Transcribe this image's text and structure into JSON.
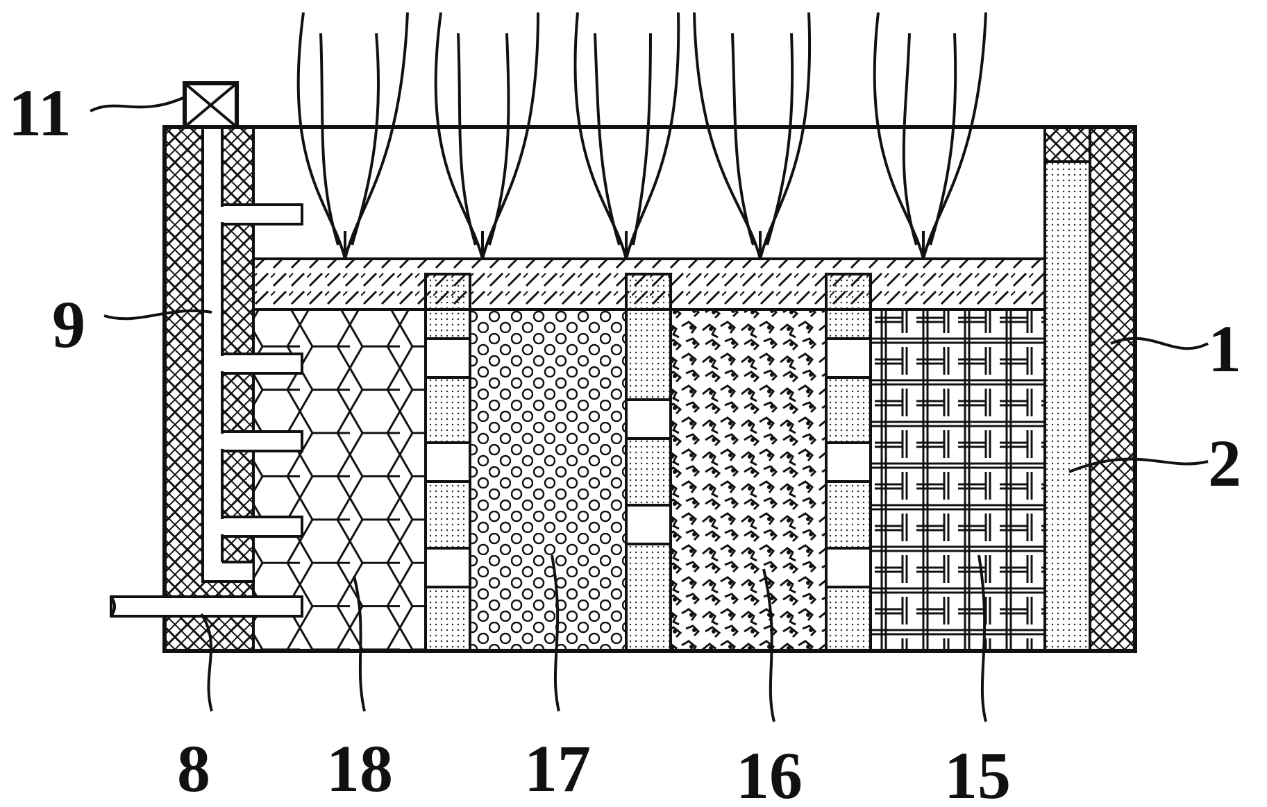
{
  "labels": {
    "l11": "11",
    "l9": "9",
    "l1": "1",
    "l2": "2",
    "l8": "8",
    "l18": "18",
    "l17": "17",
    "l16": "16",
    "l15": "15"
  },
  "colors": {
    "line": "#111111",
    "background": "#ffffff"
  }
}
